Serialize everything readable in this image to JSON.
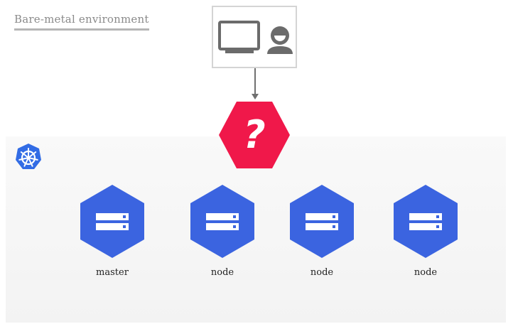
{
  "title": "Bare-metal environment",
  "colors": {
    "server_blue": "#3b64e0",
    "unknown_red": "#f0184a",
    "k8s_blue": "#326ce5",
    "client_gray": "#6b6b6b",
    "arrow_gray": "#707070"
  },
  "client": {
    "icons": [
      "monitor-icon",
      "user-icon"
    ]
  },
  "unknown_component": {
    "icon": "question-mark-icon",
    "symbol": "?"
  },
  "cluster": {
    "logo": "kubernetes-logo",
    "nodes": [
      {
        "label": "master",
        "icon": "server-icon"
      },
      {
        "label": "node",
        "icon": "server-icon"
      },
      {
        "label": "node",
        "icon": "server-icon"
      },
      {
        "label": "node",
        "icon": "server-icon"
      }
    ]
  }
}
